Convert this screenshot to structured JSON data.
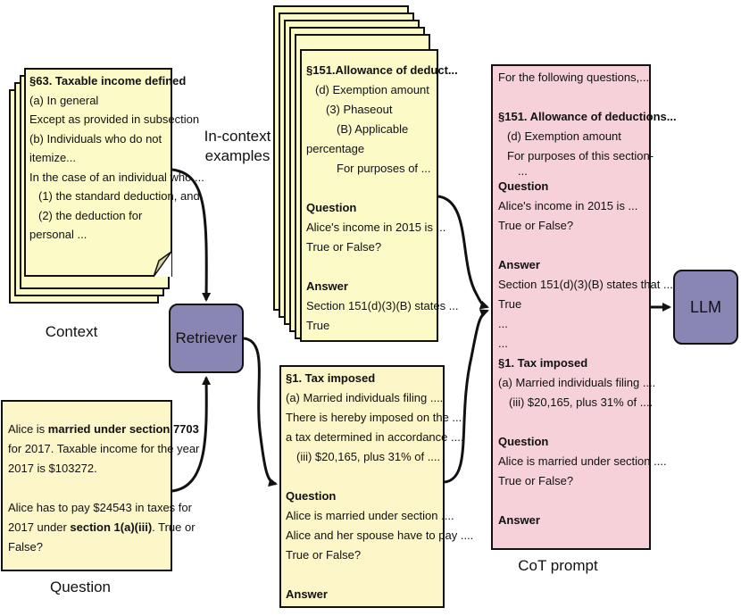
{
  "context_doc": {
    "lines": [
      "§63. Taxable income defined",
      "(a) In general",
      "Except as provided in subsection",
      "(b) Individuals who do not",
      "itemize...",
      "In the case of an individual who ...",
      "(1) the standard deduction, and",
      "(2) the deduction for",
      "personal  ..."
    ]
  },
  "context_label": "Context",
  "question_box": {
    "p1_pre": "Alice is ",
    "p1_bold": "married under section 7703",
    "p1_post1": "for 2017. Taxable income for the year",
    "p1_post2": "2017 is $103272.",
    "p2_l1": "Alice has to pay $24543 in taxes for",
    "p2_pre": "2017 under ",
    "p2_bold": "section 1(a)(iii)",
    "p2_post": ". True or",
    "p2_l3": "False?"
  },
  "question_label": "Question",
  "retriever_label": "Retriever",
  "incontext_label_1": "In-context",
  "incontext_label_2": "examples",
  "example_doc": {
    "heading": "§151.Allowance of deduct...",
    "l1": "(d) Exemption amount",
    "l2": "(3) Phaseout",
    "l3": "(B) Applicable",
    "l4": "percentage",
    "l5": "For purposes of ...",
    "q_head": "Question",
    "q1": "Alice's income in 2015 is ...",
    "q2": "True or False?",
    "a_head": "Answer",
    "a1": "Section 151(d)(3)(B) states ...",
    "a2": "True"
  },
  "retrieved_doc": {
    "heading": "§1. Tax imposed",
    "l1": "(a) Married individuals filing ....",
    "l2": "There is hereby imposed on the ....",
    "l3": "a tax determined in accordance ....",
    "l4": "(iii) $20,165, plus 31% of ....",
    "q_head": "Question",
    "q1": "Alice is married under section ....",
    "q2": "Alice and her spouse have to pay ....",
    "q3": "True or False?",
    "a_head": "Answer"
  },
  "cot_prompt": {
    "l0": "For the following questions,...",
    "h1": "§151. Allowance of deductions...",
    "l1": "(d) Exemption amount",
    "l2": "For purposes of this section-",
    "l3": "...",
    "qh1": "Question",
    "q1a": "Alice's income in 2015 is ...",
    "q1b": "True or False?",
    "ah1": "Answer",
    "a1a": "Section 151(d)(3)(B) states that ...",
    "a1b": "True",
    "d1": "...",
    "d2": "...",
    "h2": "§1. Tax imposed",
    "l4": "(a) Married individuals filing ....",
    "l5": "(iii) $20,165, plus 31% of ....",
    "qh2": "Question",
    "q2a": "Alice is married under section ....",
    "q2b": "True or False?",
    "ah2": "Answer"
  },
  "cot_label": "CoT prompt",
  "llm_label": "LLM"
}
